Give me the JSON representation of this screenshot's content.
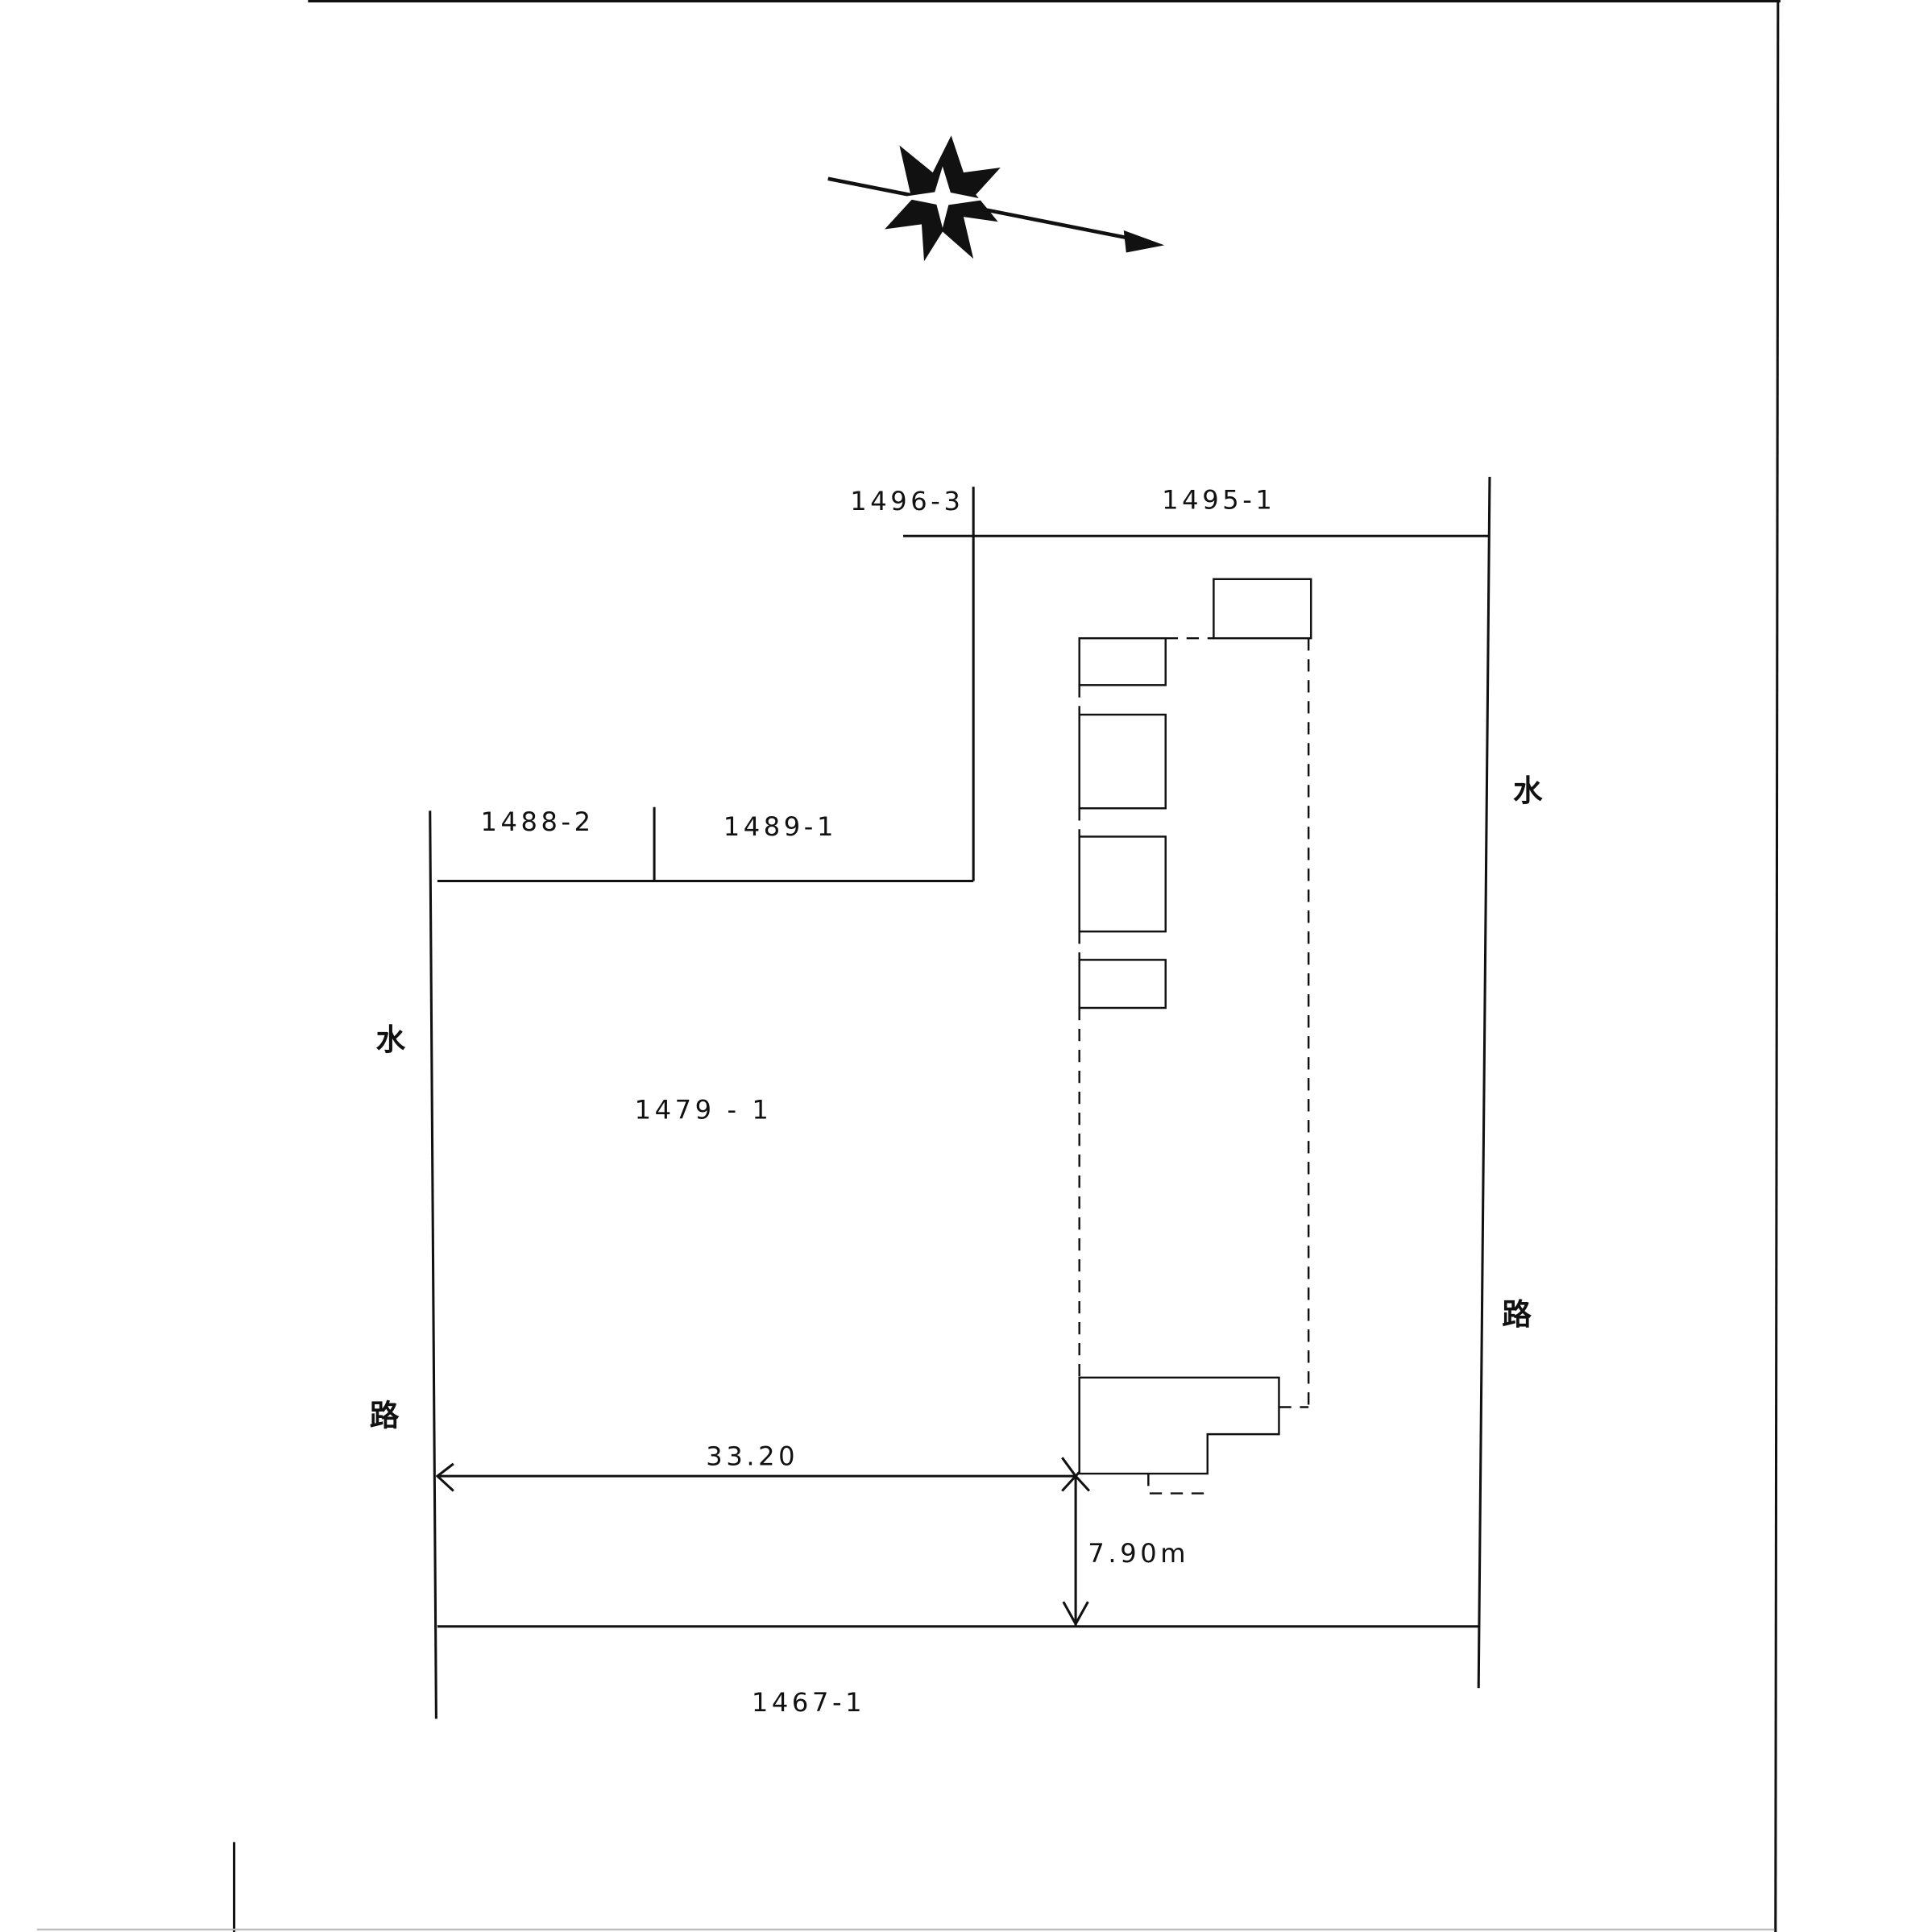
{
  "parcels": {
    "p1496_3": "1496-3",
    "p1495_1": "1495-1",
    "p1488_2": "1488-2",
    "p1489_1": "1489-1",
    "p1479_1": "1479 - 1",
    "p1467_1": "1467-1"
  },
  "waterway_left": {
    "char1": "水",
    "char2": "路"
  },
  "waterway_right": {
    "char1": "水",
    "char2": "路"
  },
  "dimensions": {
    "horizontal": "33.20",
    "vertical": "7.90m"
  },
  "compass": {
    "icon": "compass-north-arrow-icon"
  }
}
